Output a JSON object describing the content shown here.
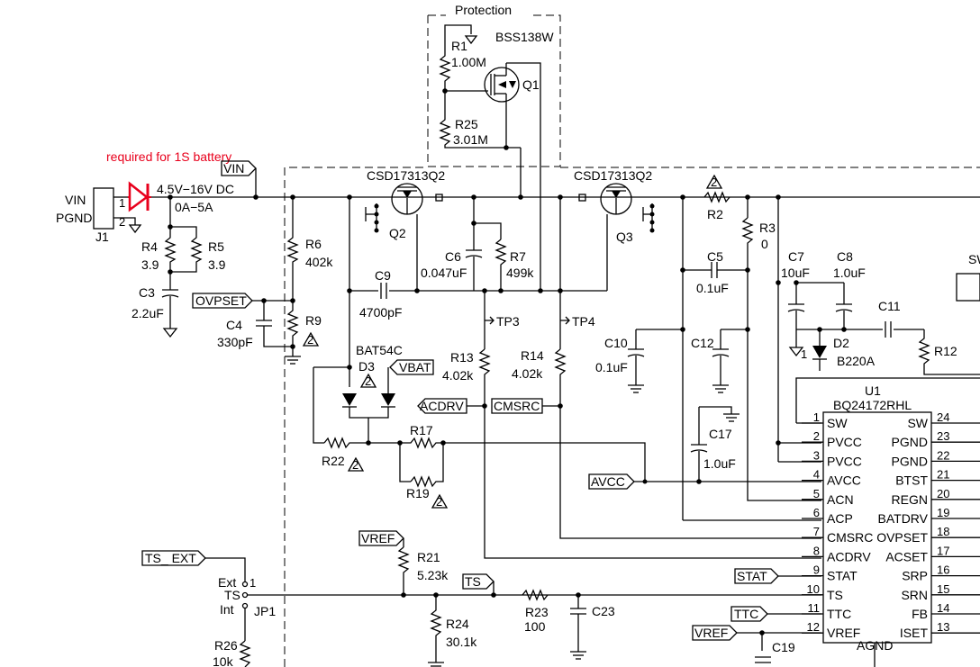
{
  "annotation": {
    "text": "required for 1S battery",
    "color": "#e8001c"
  },
  "protection_block": {
    "title": "Protection"
  },
  "input": {
    "labels": [
      "VIN",
      "PGND"
    ],
    "connector": "J1",
    "pin1": "1",
    "pin2": "2",
    "voltage_range": "4.5V−16V DC",
    "current_range": "0A−5A"
  },
  "net_tags": {
    "vin": "VIN",
    "ovpset": "OVPSET",
    "vbat": "VBAT",
    "acdrv": "ACDRV",
    "cmsrc": "CMSRC",
    "avcc": "AVCC",
    "vref": "VREF",
    "ts_ext": "TS_ EXT",
    "ts": "TS",
    "stat": "STAT",
    "ttc": "TTC",
    "vref2": "VREF",
    "sw": "SW"
  },
  "tags": {
    "tp3": "TP3",
    "tp4": "TP4",
    "jp1_ext": "Ext",
    "jp1_ts": "TS",
    "jp1_int": "Int",
    "jp1": "JP1",
    "jp1_pin1": "1"
  },
  "parts": {
    "R1": {
      "ref": "R1",
      "value": "1.00M"
    },
    "R25": {
      "ref": "R25",
      "value": "3.01M"
    },
    "Q1": {
      "ref": "Q1",
      "value": "BSS138W"
    },
    "Q2": {
      "ref": "Q2",
      "value": "CSD17313Q2"
    },
    "Q3": {
      "ref": "Q3",
      "value": "CSD17313Q2"
    },
    "R2": {
      "ref": "R2",
      "value": ""
    },
    "R3": {
      "ref": "R3",
      "value": "0"
    },
    "R4": {
      "ref": "R4",
      "value": "3.9"
    },
    "R5": {
      "ref": "R5",
      "value": "3.9"
    },
    "C3": {
      "ref": "C3",
      "value": "2.2uF"
    },
    "R6": {
      "ref": "R6",
      "value": "402k"
    },
    "C6": {
      "ref": "C6",
      "value": "0.047uF"
    },
    "R7": {
      "ref": "R7",
      "value": "499k"
    },
    "C9": {
      "ref": "C9",
      "value": "4700pF"
    },
    "C4": {
      "ref": "C4",
      "value": "330pF"
    },
    "R9": {
      "ref": "R9",
      "value": ""
    },
    "D3": {
      "ref": "D3",
      "value": "BAT54C"
    },
    "R13": {
      "ref": "R13",
      "value": "4.02k"
    },
    "R14": {
      "ref": "R14",
      "value": "4.02k"
    },
    "C5": {
      "ref": "C5",
      "value": "0.1uF"
    },
    "C10": {
      "ref": "C10",
      "value": "0.1uF"
    },
    "C12": {
      "ref": "C12",
      "value": ""
    },
    "C7": {
      "ref": "C7",
      "value": "10uF"
    },
    "C8": {
      "ref": "C8",
      "value": "1.0uF"
    },
    "C11": {
      "ref": "C11",
      "value": ""
    },
    "D2": {
      "ref": "D2",
      "value": "B220A"
    },
    "R12": {
      "ref": "R12",
      "value": ""
    },
    "C17": {
      "ref": "C17",
      "value": "1.0uF"
    },
    "R17": {
      "ref": "R17",
      "value": ""
    },
    "R19": {
      "ref": "R19",
      "value": ""
    },
    "R22": {
      "ref": "R22",
      "value": ""
    },
    "R21": {
      "ref": "R21",
      "value": "5.23k"
    },
    "R24": {
      "ref": "R24",
      "value": "30.1k"
    },
    "R23": {
      "ref": "R23",
      "value": "100"
    },
    "C23": {
      "ref": "C23",
      "value": ""
    },
    "R26": {
      "ref": "R26",
      "value": "10k"
    },
    "C19": {
      "ref": "C19",
      "value": ""
    }
  },
  "ic": {
    "ref": "U1",
    "part": "BQ24172RHL",
    "bottom_pin": "AGND",
    "left_pins": [
      {
        "num": "1",
        "name": "SW"
      },
      {
        "num": "2",
        "name": "PVCC"
      },
      {
        "num": "3",
        "name": "PVCC"
      },
      {
        "num": "4",
        "name": "AVCC"
      },
      {
        "num": "5",
        "name": "ACN"
      },
      {
        "num": "6",
        "name": "ACP"
      },
      {
        "num": "7",
        "name": "CMSRC"
      },
      {
        "num": "8",
        "name": "ACDRV"
      },
      {
        "num": "9",
        "name": "STAT"
      },
      {
        "num": "10",
        "name": "TS"
      },
      {
        "num": "11",
        "name": "TTC"
      },
      {
        "num": "12",
        "name": "VREF"
      }
    ],
    "right_pins": [
      {
        "num": "24",
        "name": "SW"
      },
      {
        "num": "23",
        "name": "PGND"
      },
      {
        "num": "22",
        "name": "PGND"
      },
      {
        "num": "21",
        "name": "BTST"
      },
      {
        "num": "20",
        "name": "REGN"
      },
      {
        "num": "19",
        "name": "BATDRV"
      },
      {
        "num": "18",
        "name": "OVPSET"
      },
      {
        "num": "17",
        "name": "ACSET"
      },
      {
        "num": "16",
        "name": "SRP"
      },
      {
        "num": "15",
        "name": "SRN"
      },
      {
        "num": "14",
        "name": "FB"
      },
      {
        "num": "13",
        "name": "ISET"
      }
    ]
  },
  "notes": {
    "triangle_label": "2",
    "ground_sub": "1"
  }
}
